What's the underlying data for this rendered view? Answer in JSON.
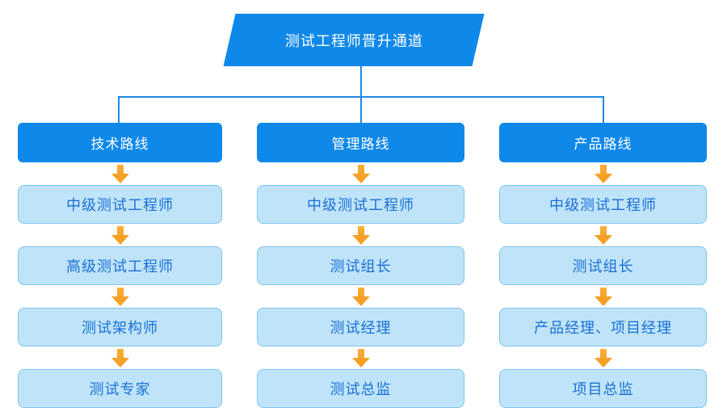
{
  "title": "测试工程师晋升通道",
  "columns": [
    {
      "header": "技术路线",
      "steps": [
        "中级测试工程师",
        "高级测试工程师",
        "测试架构师",
        "测试专家"
      ]
    },
    {
      "header": "管理路线",
      "steps": [
        "中级测试工程师",
        "测试组长",
        "测试经理",
        "测试总监"
      ]
    },
    {
      "header": "产品路线",
      "steps": [
        "中级测试工程师",
        "测试组长",
        "产品经理、项目经理",
        "项目总监"
      ]
    }
  ],
  "icons": {
    "flow_arrow": "arrow-down"
  },
  "colors": {
    "primary_blue": "#0E88E9",
    "connector_blue": "#1E87E8",
    "step_fill": "#BFE4FA",
    "step_border": "#7FC3EF",
    "step_text": "#1A6FD6",
    "arrow_orange": "#F8A42D",
    "title_text": "#FFFFFF",
    "background": "#FFFFFF"
  }
}
